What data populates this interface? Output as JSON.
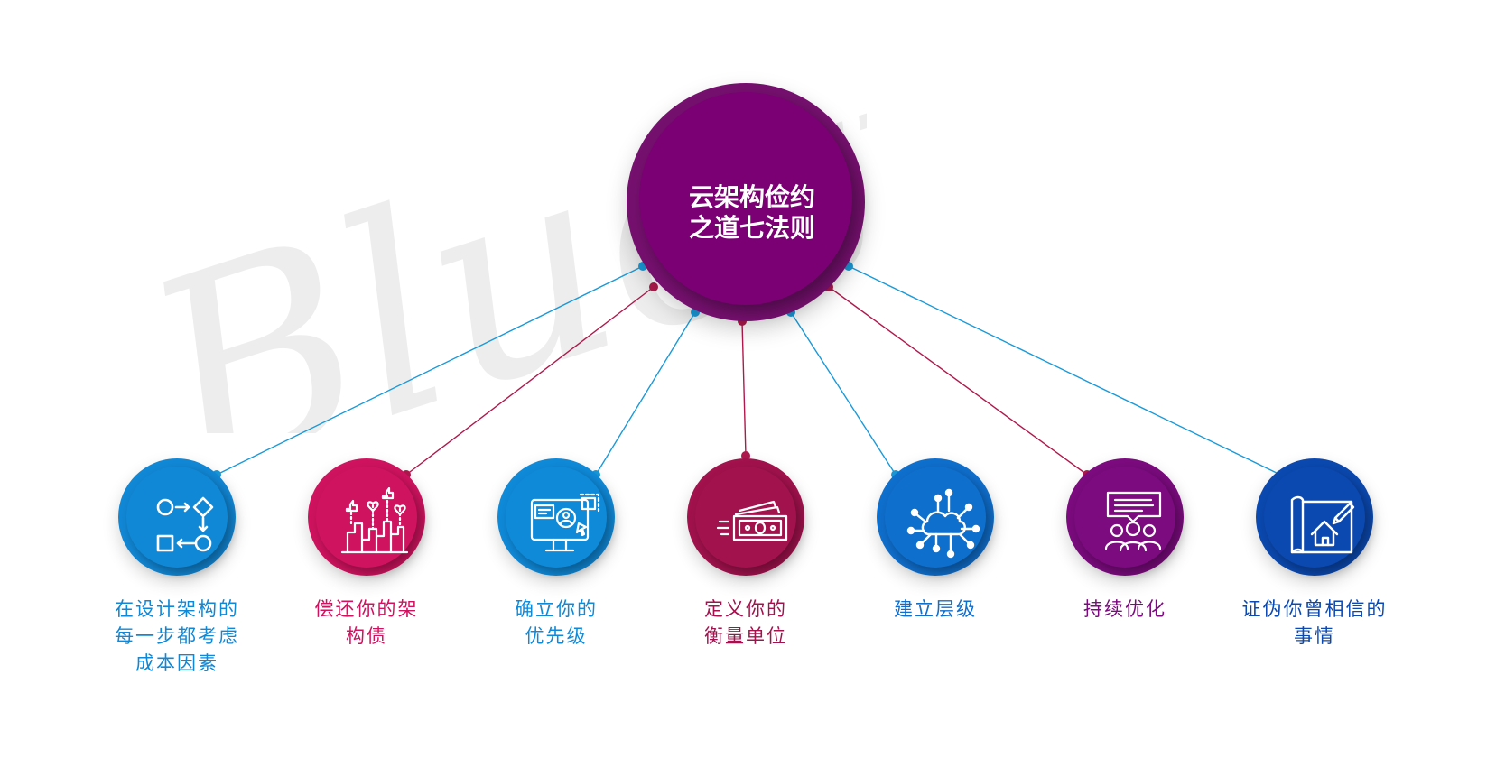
{
  "watermark": "Bluetty",
  "center": {
    "line1": "云架构俭约",
    "line2": "之道七法则",
    "color": "#7a0074"
  },
  "nodes": [
    {
      "id": "cost",
      "icon": "flowchart-icon",
      "color": "#1188d6",
      "label_lines": [
        "在设计架构的",
        "每一步都考虑",
        "成本因素"
      ]
    },
    {
      "id": "debt",
      "icon": "city-likes-icon",
      "color": "#d0135f",
      "label_lines": [
        "偿还你的架",
        "构债"
      ]
    },
    {
      "id": "priority",
      "icon": "monitor-user-icon",
      "color": "#0f8ad9",
      "label_lines": [
        "确立你的",
        "优先级"
      ]
    },
    {
      "id": "unit",
      "icon": "money-bill-icon",
      "color": "#a2124d",
      "label_lines": [
        "定义你的",
        "衡量单位"
      ]
    },
    {
      "id": "layers",
      "icon": "cloud-network-icon",
      "color": "#0f6fcd",
      "label_lines": [
        "建立层级"
      ]
    },
    {
      "id": "optimize",
      "icon": "team-chat-icon",
      "color": "#7b0b7e",
      "label_lines": [
        "持续优化"
      ]
    },
    {
      "id": "falsify",
      "icon": "blueprint-house-icon",
      "color": "#0b49b0",
      "label_lines": [
        "证伪你曾相信的",
        "事情"
      ]
    }
  ],
  "link_colors": {
    "blue": "#1a9ad9",
    "red": "#b0194d"
  }
}
